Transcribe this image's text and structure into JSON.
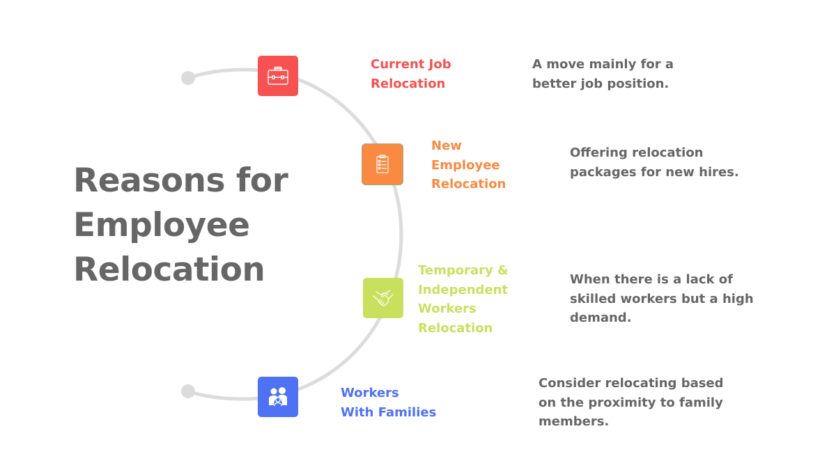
{
  "title": {
    "lines": [
      "Reasons for",
      "Employee",
      "Relocation"
    ]
  },
  "colors": {
    "arc": "#dcdcdc",
    "title": "#666666",
    "description": "#666666",
    "red": "#f75151",
    "orange": "#fa8a42",
    "green": "#c9e05f",
    "blue": "#4f72f5"
  },
  "items": [
    {
      "icon": "briefcase-icon",
      "color": "#f75151",
      "label_lines": [
        "Current Job",
        "Relocation"
      ],
      "description_lines": [
        "A move mainly for a",
        "better job position."
      ]
    },
    {
      "icon": "clipboard-checklist-icon",
      "color": "#fa8a42",
      "label_lines": [
        "New",
        "Employee",
        "Relocation"
      ],
      "description_lines": [
        "Offering relocation",
        "packages for new hires."
      ]
    },
    {
      "icon": "handshake-icon",
      "color": "#c9e05f",
      "label_lines": [
        "Temporary &",
        "Independent",
        "Workers",
        "Relocation"
      ],
      "description_lines": [
        "When there is a lack of",
        "skilled workers but a high",
        "demand."
      ]
    },
    {
      "icon": "family-icon",
      "color": "#4f72f5",
      "label_lines": [
        "Workers",
        "With Families"
      ],
      "description_lines": [
        "Consider relocating based",
        "on the proximity to family",
        "members."
      ]
    }
  ]
}
